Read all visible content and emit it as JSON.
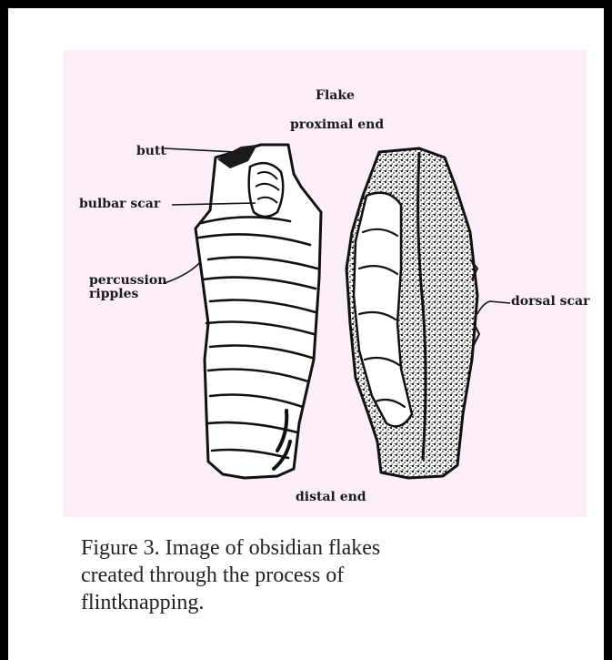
{
  "figure": {
    "labels": {
      "title": "Flake",
      "proximal": "proximal end",
      "butt": "butt",
      "bulbar": "bulbar scar",
      "percussion": "percussion ripples",
      "dorsal": "dorsal scar",
      "distal": "distal end"
    }
  },
  "caption": "Figure 3.  Image of obsidian flakes created through the process of flintknapping.",
  "colors": {
    "panel_background": "#fbeef9",
    "frame": "#000000",
    "ink": "#1a1a1a"
  }
}
